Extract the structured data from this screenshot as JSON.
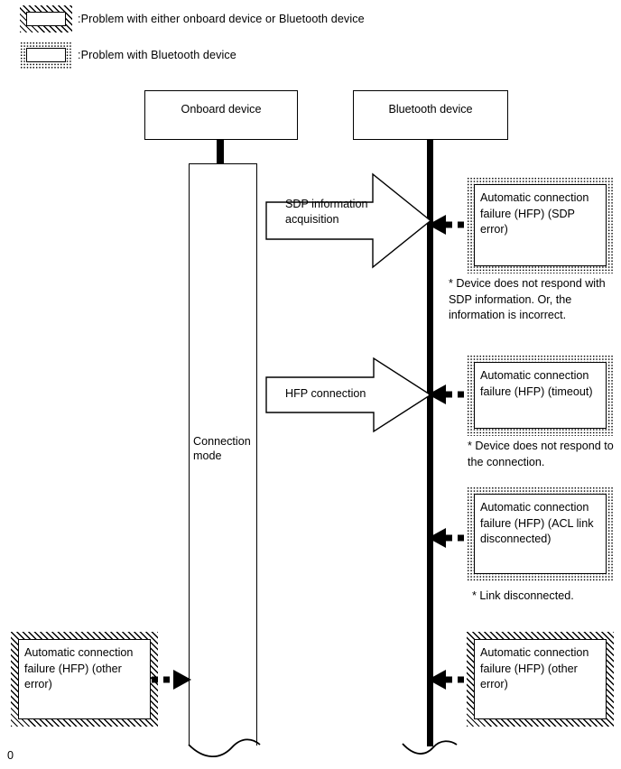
{
  "legend": {
    "items": [
      {
        "pattern": "hatch",
        "label": ":Problem with either onboard device or Bluetooth device"
      },
      {
        "pattern": "dots",
        "label": ":Problem with Bluetooth device"
      }
    ]
  },
  "lifelines": {
    "onboard": {
      "title": "Onboard device",
      "activation_label": "Connection\nmode"
    },
    "bluetooth": {
      "title": "Bluetooth device"
    }
  },
  "messages": [
    {
      "label": "SDP information\nacquisition"
    },
    {
      "label": "HFP connection"
    }
  ],
  "notes": [
    {
      "text": "Automatic connection failure (HFP) (SDP error)",
      "pattern": "dots",
      "side": "right"
    },
    {
      "text": "Automatic connection failure (HFP) (timeout)",
      "pattern": "dots",
      "side": "right"
    },
    {
      "text": "Automatic connection failure (HFP) (ACL link disconnected)",
      "pattern": "dots",
      "side": "right"
    },
    {
      "text": "Automatic connection failure (HFP) (other error)",
      "pattern": "hatch",
      "side": "right"
    },
    {
      "text": "Automatic connection failure (HFP) (other error)",
      "pattern": "hatch",
      "side": "left"
    }
  ],
  "footnotes": [
    {
      "text": "* Device does not respond with SDP information. Or, the information is incorrect."
    },
    {
      "text": "* Device does not respond to the connection."
    },
    {
      "text": "* Link disconnected."
    }
  ],
  "page_number": "0"
}
